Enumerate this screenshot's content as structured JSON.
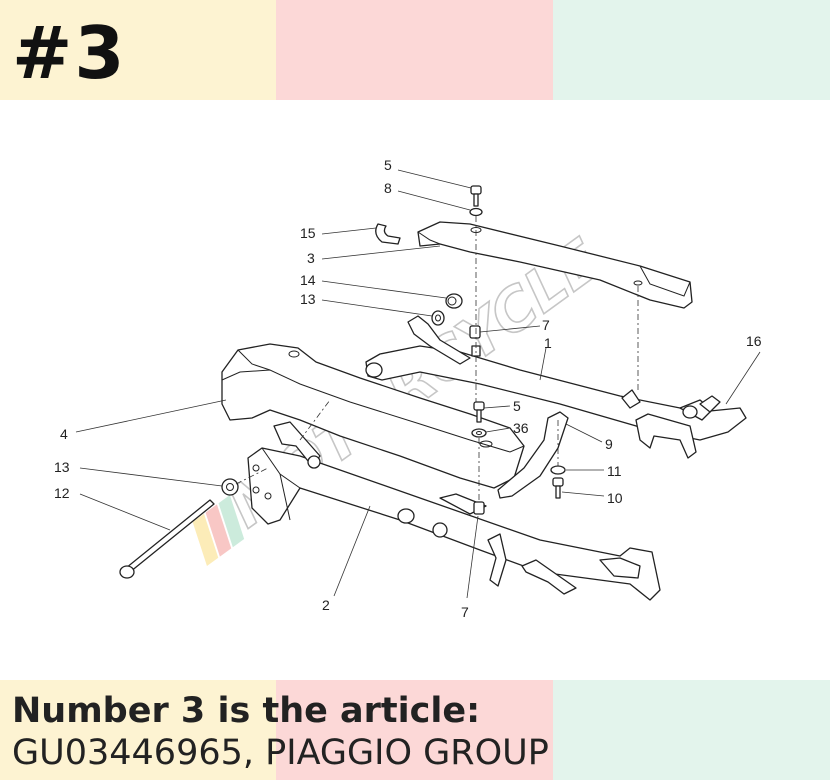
{
  "header": {
    "badge": "#3",
    "band_colors": [
      "#fdf3d2",
      "#fcd8d7",
      "#e3f4ec"
    ]
  },
  "caption": {
    "heading": "Number 3 is the article:",
    "body": "GU03446965, PIAGGIO GROUP"
  },
  "diagram": {
    "watermark": "MOTORCYCLE",
    "callouts": {
      "c5a": "5",
      "c8": "8",
      "c15": "15",
      "c3": "3",
      "c14": "14",
      "c13a": "13",
      "c7a": "7",
      "c1": "1",
      "c16": "16",
      "c4": "4",
      "c5b": "5",
      "c36": "36",
      "c9": "9",
      "c11": "11",
      "c10": "10",
      "c13b": "13",
      "c12": "12",
      "c2": "2",
      "c7b": "7"
    }
  }
}
